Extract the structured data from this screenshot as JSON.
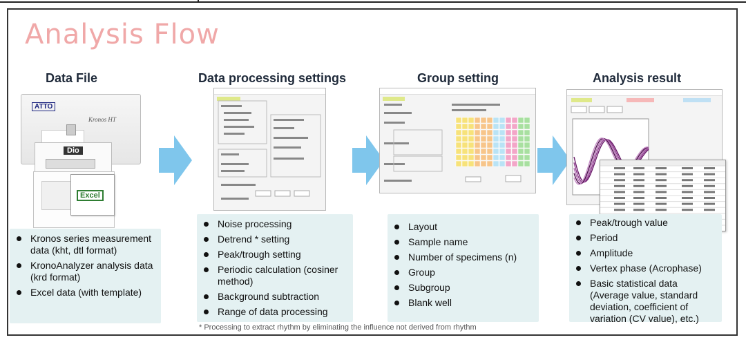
{
  "title": "Analysis Flow",
  "columns": [
    {
      "heading": "Data File",
      "items": [
        "Kronos series measurement data (kht, dtl format)",
        "KronoAnalyzer analysis data (krd format)",
        "Excel data (with template)"
      ]
    },
    {
      "heading": "Data processing settings",
      "items": [
        "Noise processing",
        "Detrend * setting",
        "Peak/trough setting",
        "Periodic calculation (cosiner method)",
        "Background subtraction",
        "Range of data processing"
      ]
    },
    {
      "heading": "Group setting",
      "items": [
        "Layout",
        "Sample name",
        "Number of specimens (n)",
        "Group",
        "Subgroup",
        "Blank well"
      ]
    },
    {
      "heading": "Analysis result",
      "items": [
        "Peak/trough value",
        "Period",
        "Amplitude",
        "Vertex phase (Acrophase)",
        "Basic statistical data (Average value, standard deviation, coefficient of variation (CV value), etc.)"
      ]
    }
  ],
  "device": {
    "brand": "ATTO",
    "model": "Kronos HT",
    "sub": "Dio",
    "file_label": "Excel"
  },
  "footnote": "* Processing to extract rhythm by eliminating the influence not derived from rhythm",
  "colors": {
    "arrow": "#7fc6ec",
    "title": "#f0a8a8",
    "panel": "#e4f1f2",
    "excel": "#2e7d32"
  }
}
